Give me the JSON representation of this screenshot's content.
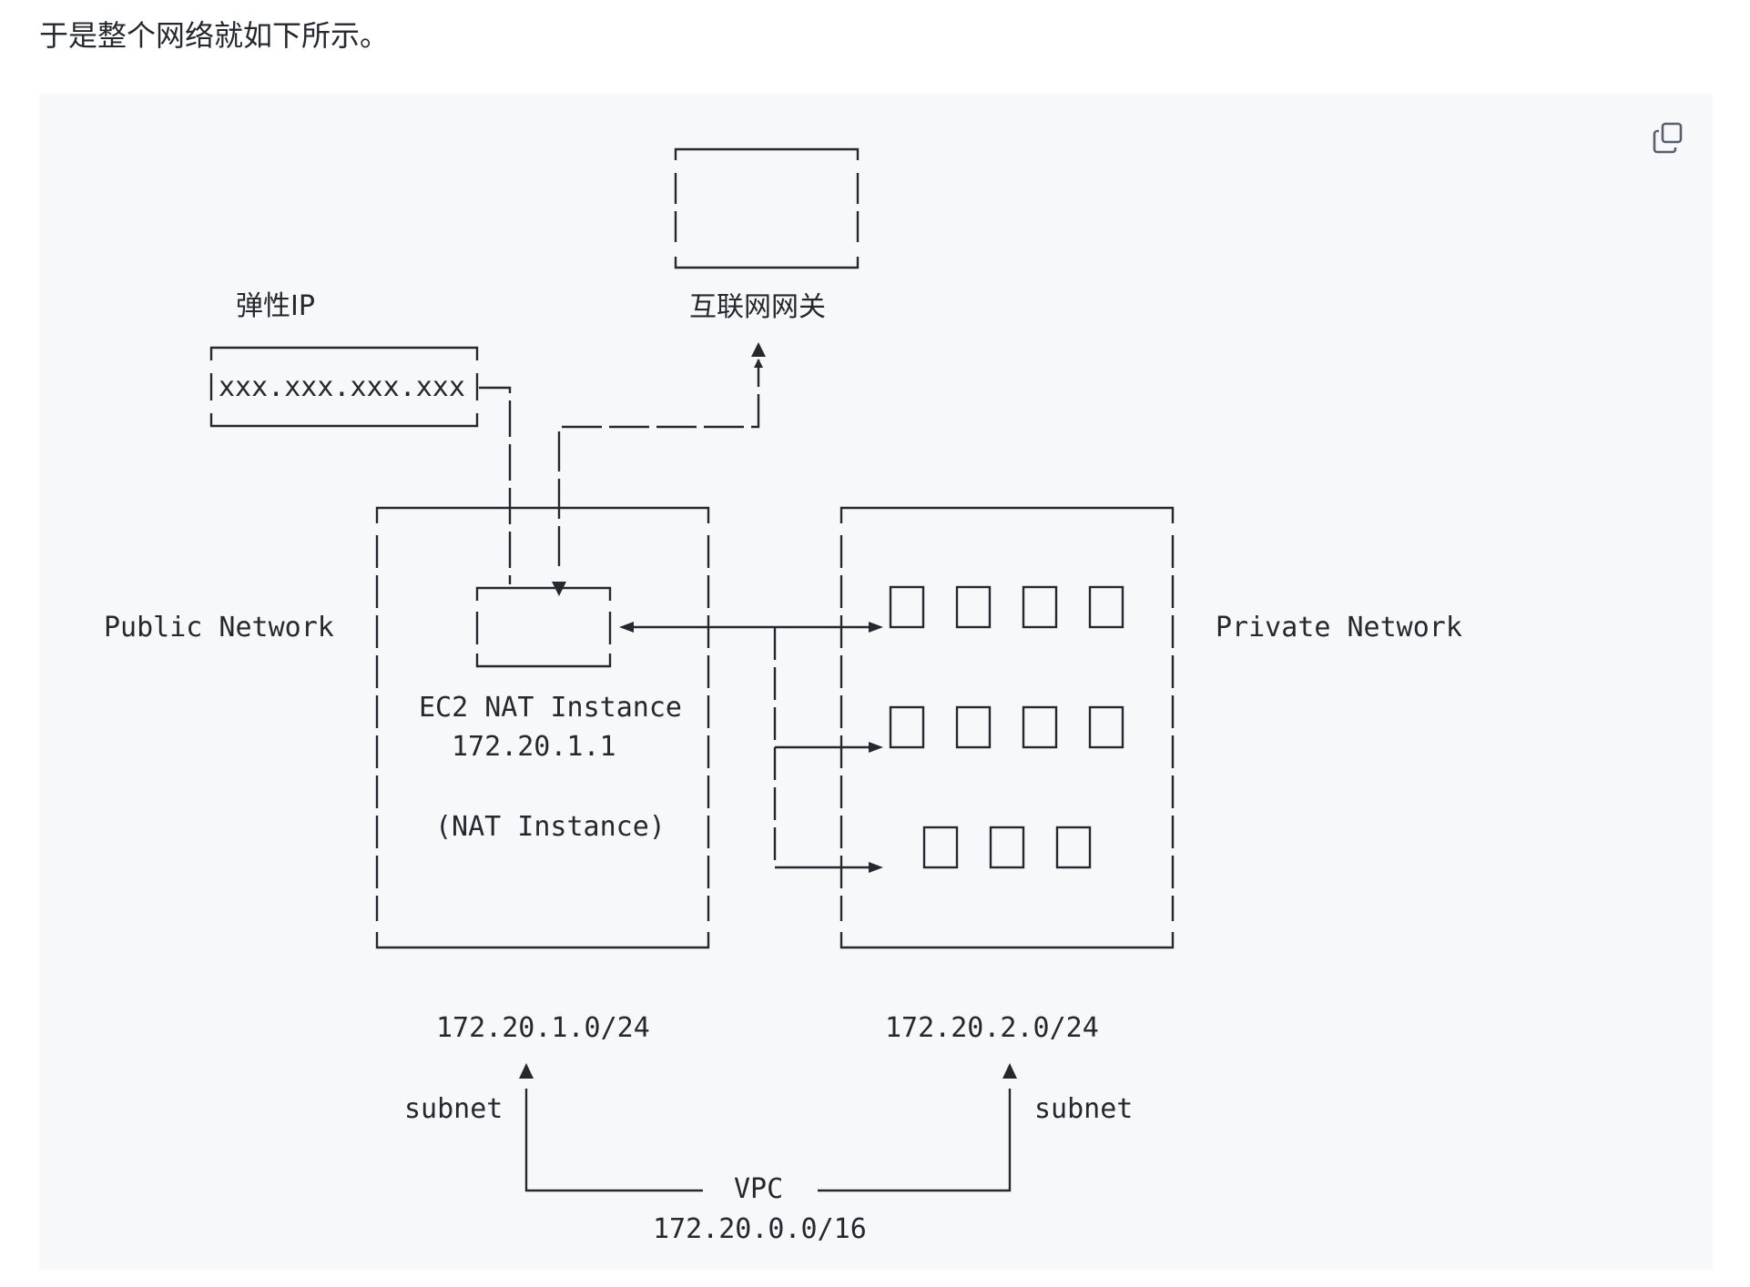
{
  "intro_text": "于是整个网络就如下所示。",
  "copy_button": {
    "icon": "copy-icon"
  },
  "diagram": {
    "internet_gateway_label": "互联网网关",
    "elastic_ip_label": "弹性IP",
    "elastic_ip_value": "xxx.xxx.xxx.xxx",
    "public_network_label": "Public Network",
    "private_network_label": "Private Network",
    "nat_name": "EC2 NAT Instance",
    "nat_ip": "172.20.1.1",
    "nat_type": "(NAT Instance)",
    "public_subnet_cidr": "172.20.1.0/24",
    "private_subnet_cidr": "172.20.2.0/24",
    "subnet_left_label": "subnet",
    "subnet_right_label": "subnet",
    "vpc_label": "VPC",
    "vpc_cidr": "172.20.0.0/16"
  },
  "colors": {
    "background": "#ffffff",
    "code_background": "#f6f8fa",
    "ink": "#24292f"
  }
}
